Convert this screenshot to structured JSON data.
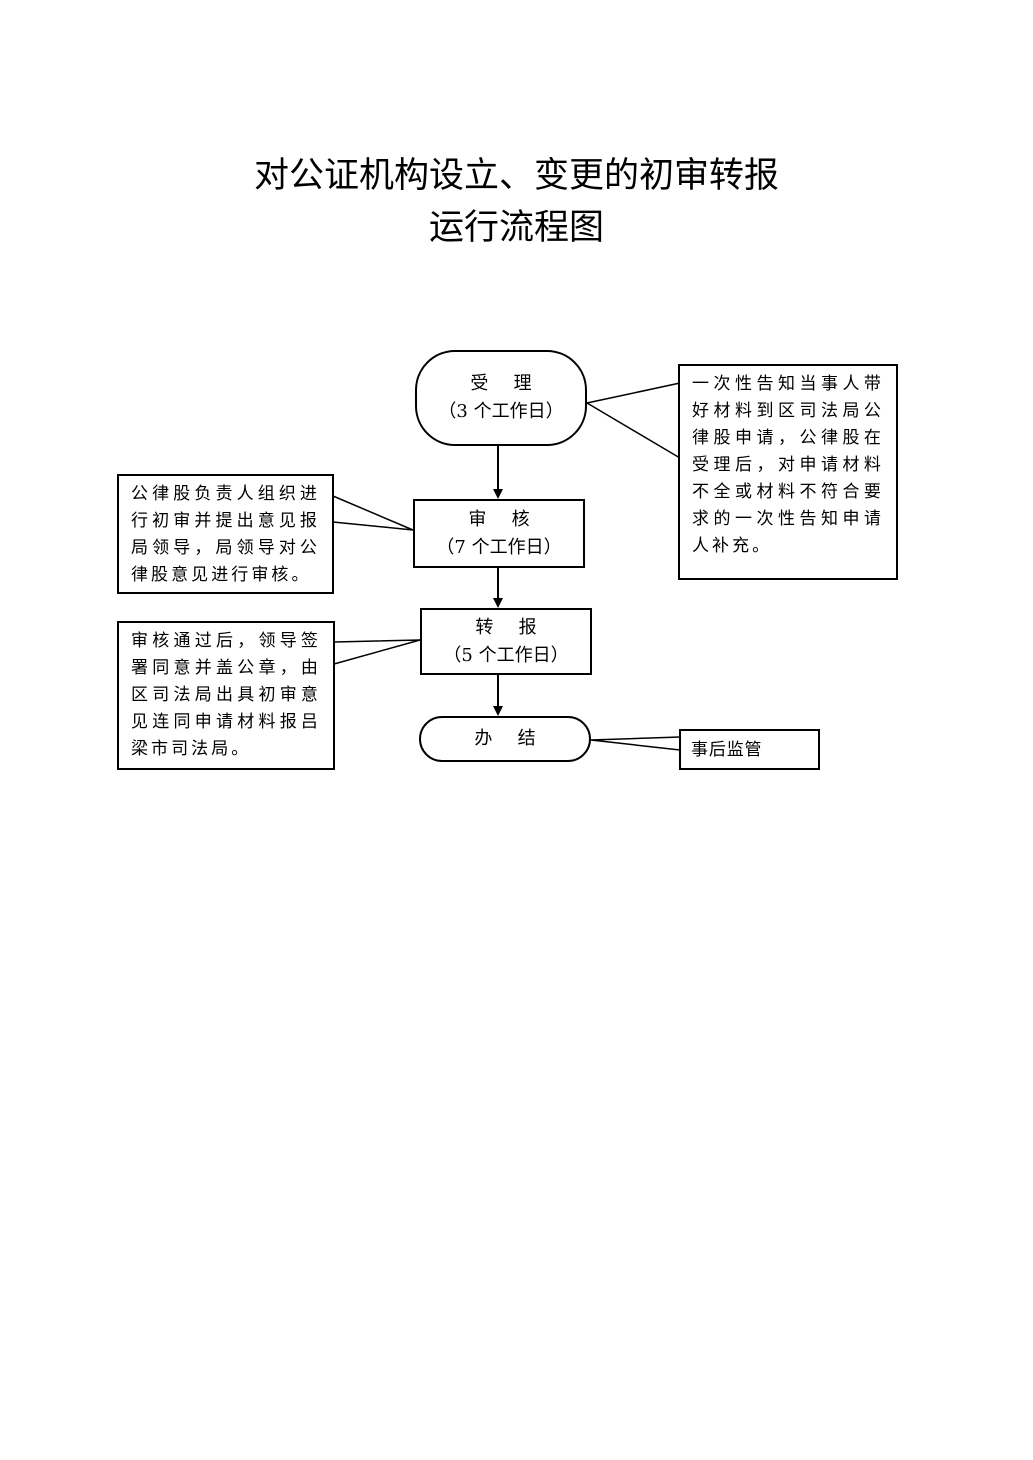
{
  "title": {
    "line1": "对公证机构设立、变更的初审转报",
    "line2": "运行流程图"
  },
  "steps": [
    {
      "name": "受理",
      "duration": "（3 个工作日）"
    },
    {
      "name": "审核",
      "duration": "（7 个工作日）"
    },
    {
      "name": "转报",
      "duration": "（5 个工作日）"
    },
    {
      "name": "办结",
      "duration": ""
    }
  ],
  "notes": {
    "accept": "一次性告知当事人带好材料到区司法局公律股申请，公律股在受理后，对申请材料不全或材料不符合要求的一次性告知申请人补充。",
    "review": "公律股负责人组织进行初审并提出意见报局领导，局领导对公律股意见进行审核。",
    "report": "审核通过后，领导签署同意并盖公章，由区司法局出具初审意见连同申请材料报吕梁市司法局。",
    "done": "事后监管"
  }
}
